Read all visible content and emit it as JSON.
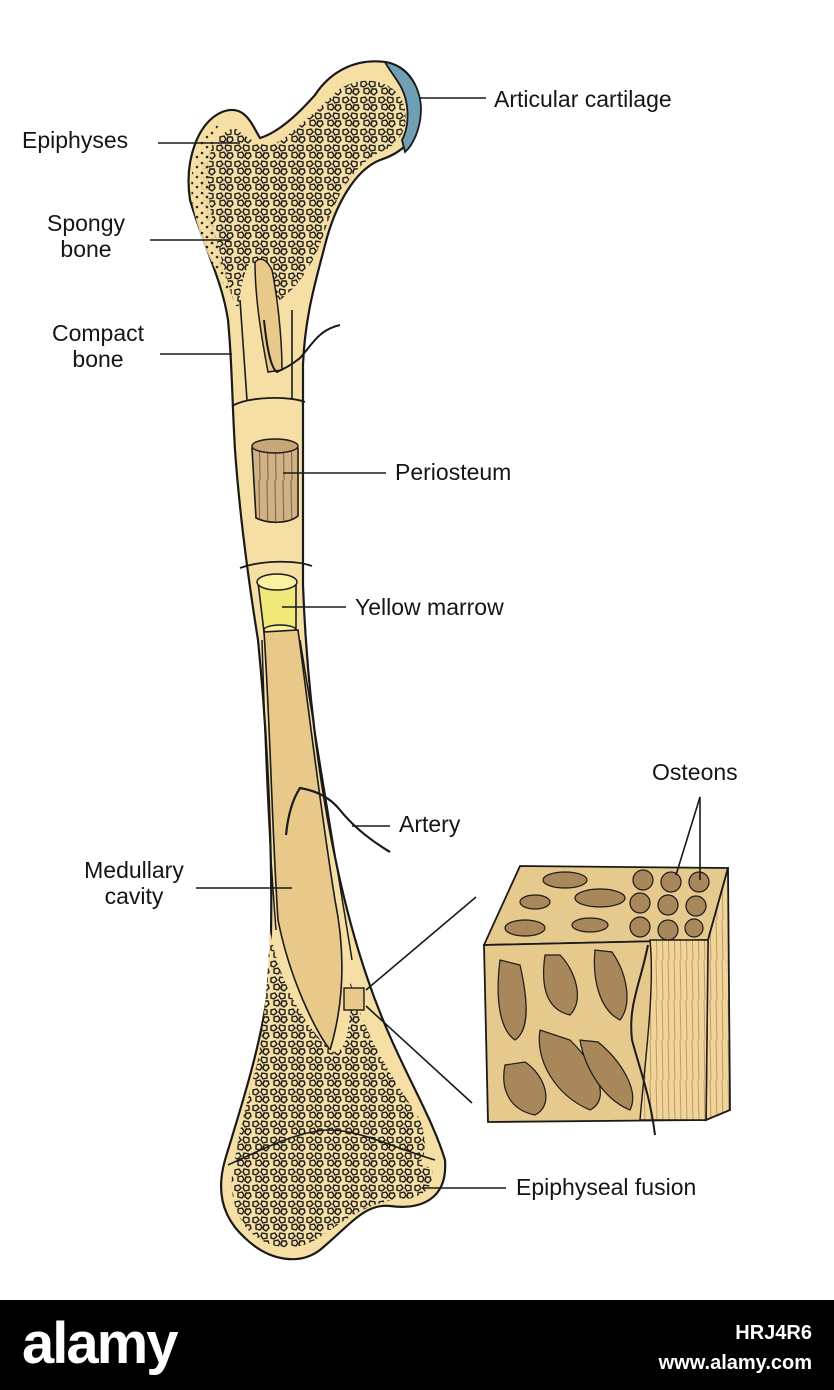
{
  "labels": {
    "articular_cartilage": "Articular cartilage",
    "epiphyses": "Epiphyses",
    "spongy_bone_1": "Spongy",
    "spongy_bone_2": "bone",
    "compact_bone_1": "Compact",
    "compact_bone_2": "bone",
    "periosteum": "Periosteum",
    "yellow_marrow": "Yellow marrow",
    "osteons": "Osteons",
    "artery": "Artery",
    "medullary_cavity_1": "Medullary",
    "medullary_cavity_2": "cavity",
    "epiphyseal_fusion": "Epiphyseal fusion"
  },
  "footer": {
    "brand": "alamy",
    "image_id": "HRJ4R6",
    "site": "www.alamy.com"
  },
  "colors": {
    "bone_fill": "#f5dfa4",
    "bone_outline": "#1a1a1a",
    "medullary": "#e8c98a",
    "yellow_marrow": "#f0e97a",
    "cartilage": "#6f9fb5",
    "block_fill": "#e6c98d",
    "block_pores": "#a8875a",
    "footer_bg": "#000000"
  }
}
